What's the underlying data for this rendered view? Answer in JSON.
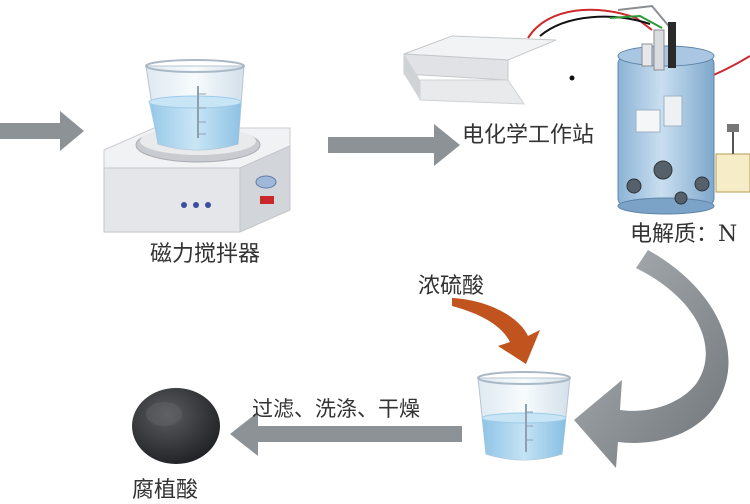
{
  "labels": {
    "stirrer": "磁力搅拌器",
    "station": "电化学工作站",
    "electrolyte": "电解质：N",
    "acid": "浓硫酸",
    "process": "过滤、洗涤、干燥",
    "product": "腐植酸"
  },
  "colors": {
    "arrow_gray": "#8d9296",
    "acid_arrow": "#c0531e",
    "water": "#a9d3ec",
    "stirrer_body": "#e9ebee",
    "product": "#3a3b3e"
  }
}
